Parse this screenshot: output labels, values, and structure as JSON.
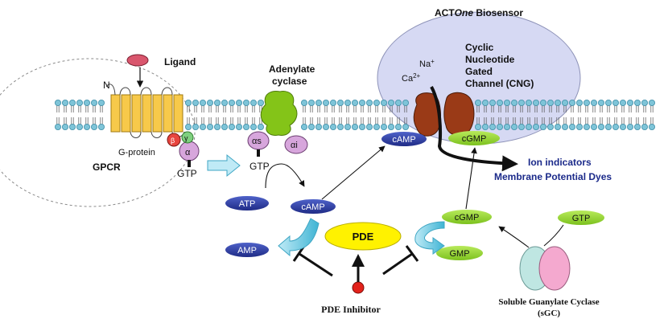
{
  "title": "ACTOne Biosensor",
  "title_parts": {
    "prefix": "ACT",
    "italic": "One",
    "suffix": " Biosensor"
  },
  "ligand": "Ligand",
  "n_terminus": "N",
  "gpcr": "GPCR",
  "g_protein": "G-protein",
  "g_alpha": "α",
  "g_beta": "β",
  "g_gamma": "γ",
  "gtp_left": "GTP",
  "adenylate_cyclase": [
    "Adenylate",
    "cyclase"
  ],
  "alpha_s": "αs",
  "alpha_i": "αi",
  "gtp_mid": "GTP",
  "ions": {
    "na": "Na+",
    "ca": "Ca2+"
  },
  "cng_label": [
    "Cyclic",
    "Nucleotide",
    "Gated",
    "Channel (CNG)"
  ],
  "camp_channel": "cAMP",
  "cgmp_channel": "cGMP",
  "readouts": [
    "Ion indicators",
    "Membrane Potential Dyes"
  ],
  "atp": "ATP",
  "camp": "cAMP",
  "amp": "AMP",
  "pde": "PDE",
  "cgmp": "cGMP",
  "gmp": "GMP",
  "gtp_right": "GTP",
  "pde_inhibitor": "PDE Inhibitor",
  "sgc": [
    "Soluble Guanylate Cyclase",
    "(sGC)"
  ],
  "colors": {
    "membrane_head": "#7ec4d8",
    "membrane_head_edge": "#3f8fa8",
    "receptor_helix": "#f7c94a",
    "receptor_edge": "#a07a10",
    "ligand": "#d9566d",
    "alpha": "#d7a6dc",
    "beta": "#e8453e",
    "gamma": "#7fd07f",
    "adenylate_cyclase": "#84c418",
    "cng_channel": "#9a3a17",
    "biosensor_ellipse": "#d6d9f3",
    "pill_blue": "#2f3c9e",
    "pill_green": "#9ad436",
    "pde_yellow": "#fff200",
    "sgc_teal": "#bfe6e2",
    "sgc_pink": "#f4a9cf",
    "arrow_cyan": "#56c3dd",
    "readout_text": "#1b2a8a"
  }
}
